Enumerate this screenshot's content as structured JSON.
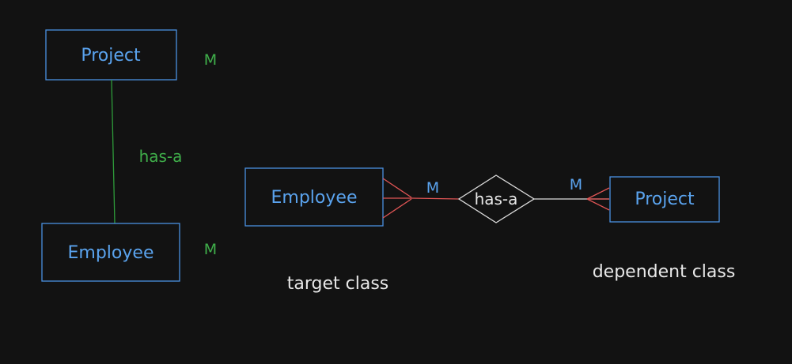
{
  "colors": {
    "background": "#121212",
    "entity_border": "#4a90e2",
    "entity_text": "#5aa3ee",
    "left_line": "#2e9b3a",
    "left_text": "#3fae4a",
    "many_marker": "#e05555",
    "connector": "#dddddd",
    "caption": "#e8e8e8",
    "right_multiplicity": "#5aa3ee"
  },
  "left_diagram": {
    "top_entity": "Project",
    "bottom_entity": "Employee",
    "relation": "has-a",
    "top_multiplicity": "M",
    "bottom_multiplicity": "M"
  },
  "right_diagram": {
    "left_entity": "Employee",
    "right_entity": "Project",
    "relation": "has-a",
    "left_multiplicity": "M",
    "right_multiplicity": "M",
    "left_caption": "target class",
    "right_caption": "dependent class"
  }
}
